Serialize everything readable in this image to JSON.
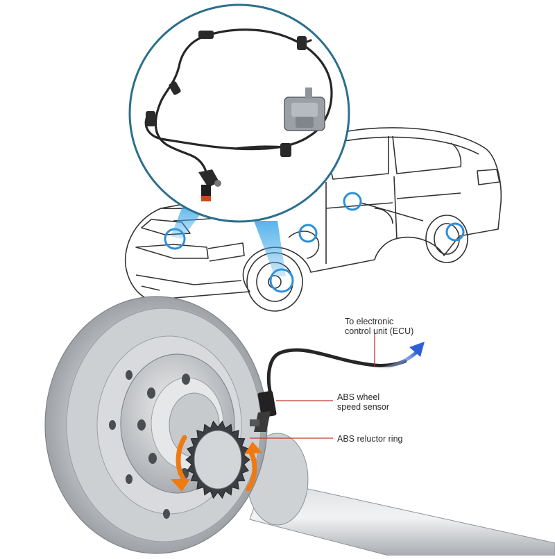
{
  "labels": {
    "ecu_line1": "To electronic",
    "ecu_line2": "control unit (ECU)",
    "sensor_line1": "ABS wheel",
    "sensor_line2": "speed sensor",
    "reluctor_ring": "ABS reluctor ring"
  },
  "colors": {
    "callout_line": "#c0392b",
    "signal_arrow": "#2f5fd6",
    "rotation_arrow": "#f07a12",
    "highlight_beam": "#3aa6e8",
    "magnifier_ring": "#2b6f8c",
    "cable": "#2b2b2b",
    "rotor": "#b9bcc0"
  },
  "icons": {
    "signal_arrow": "arrow-right-icon",
    "rotation_arrows": "rotation-arrows-icon"
  }
}
